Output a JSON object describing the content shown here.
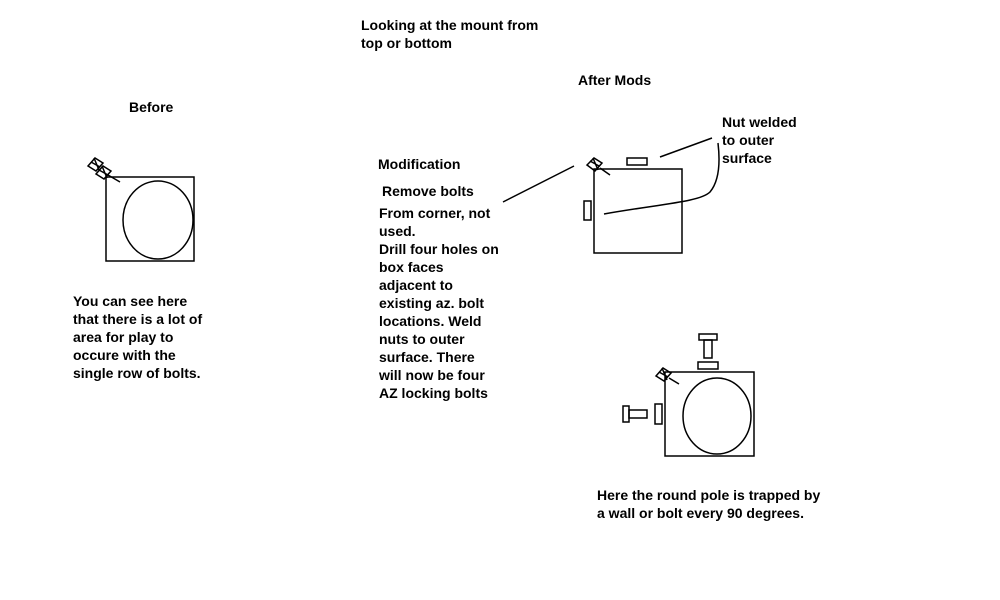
{
  "texts": {
    "view_note": [
      "Looking at the mount from",
      "top or bottom"
    ],
    "before_title": "Before",
    "after_title": "After Mods",
    "modification_title": "Modification",
    "nut_note": [
      "Nut welded",
      "to outer",
      "surface"
    ],
    "before_desc": [
      "You can see here",
      "that there is a lot of",
      "area for play to",
      "occure with the",
      "single row of bolts."
    ],
    "remove_bolts": "Remove bolts",
    "mod_desc": [
      "From corner, not",
      "used.",
      "Drill four holes on",
      "box faces",
      "adjacent to",
      "existing az. bolt",
      "locations. Weld",
      "nuts to outer",
      "surface. There",
      "will now be four",
      "AZ locking bolts"
    ],
    "result_desc": [
      "Here the round pole is trapped by",
      "a wall or bolt every 90 degrees."
    ]
  },
  "colors": {
    "ink": "#000000",
    "paper": "#ffffff"
  }
}
